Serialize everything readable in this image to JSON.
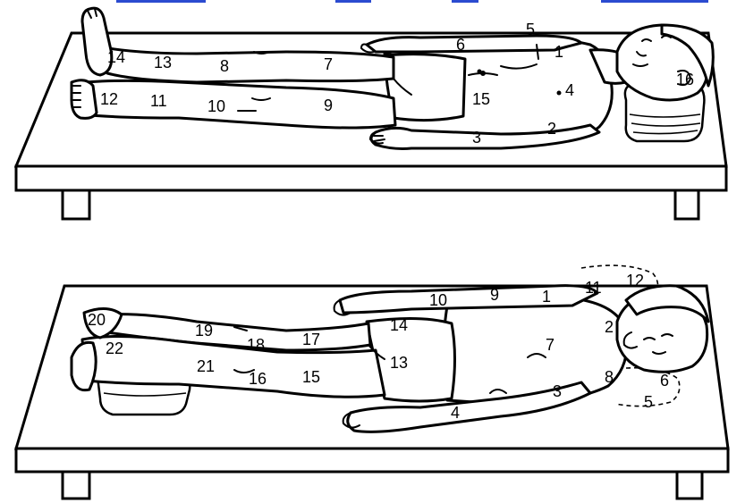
{
  "top_figure": {
    "labels": [
      "1",
      "2",
      "3",
      "4",
      "5",
      "6",
      "7",
      "8",
      "9",
      "10",
      "11",
      "12",
      "13",
      "14",
      "15",
      "16"
    ]
  },
  "bottom_figure": {
    "labels": [
      "1",
      "2",
      "3",
      "4",
      "5",
      "6",
      "7",
      "8",
      "9",
      "10",
      "11",
      "12",
      "13",
      "14",
      "15",
      "16",
      "17",
      "18",
      "19",
      "20",
      "21",
      "22"
    ]
  },
  "colors": {
    "line": "#000000",
    "background": "#ffffff",
    "top_edge_accent": "#2b4bd0"
  }
}
